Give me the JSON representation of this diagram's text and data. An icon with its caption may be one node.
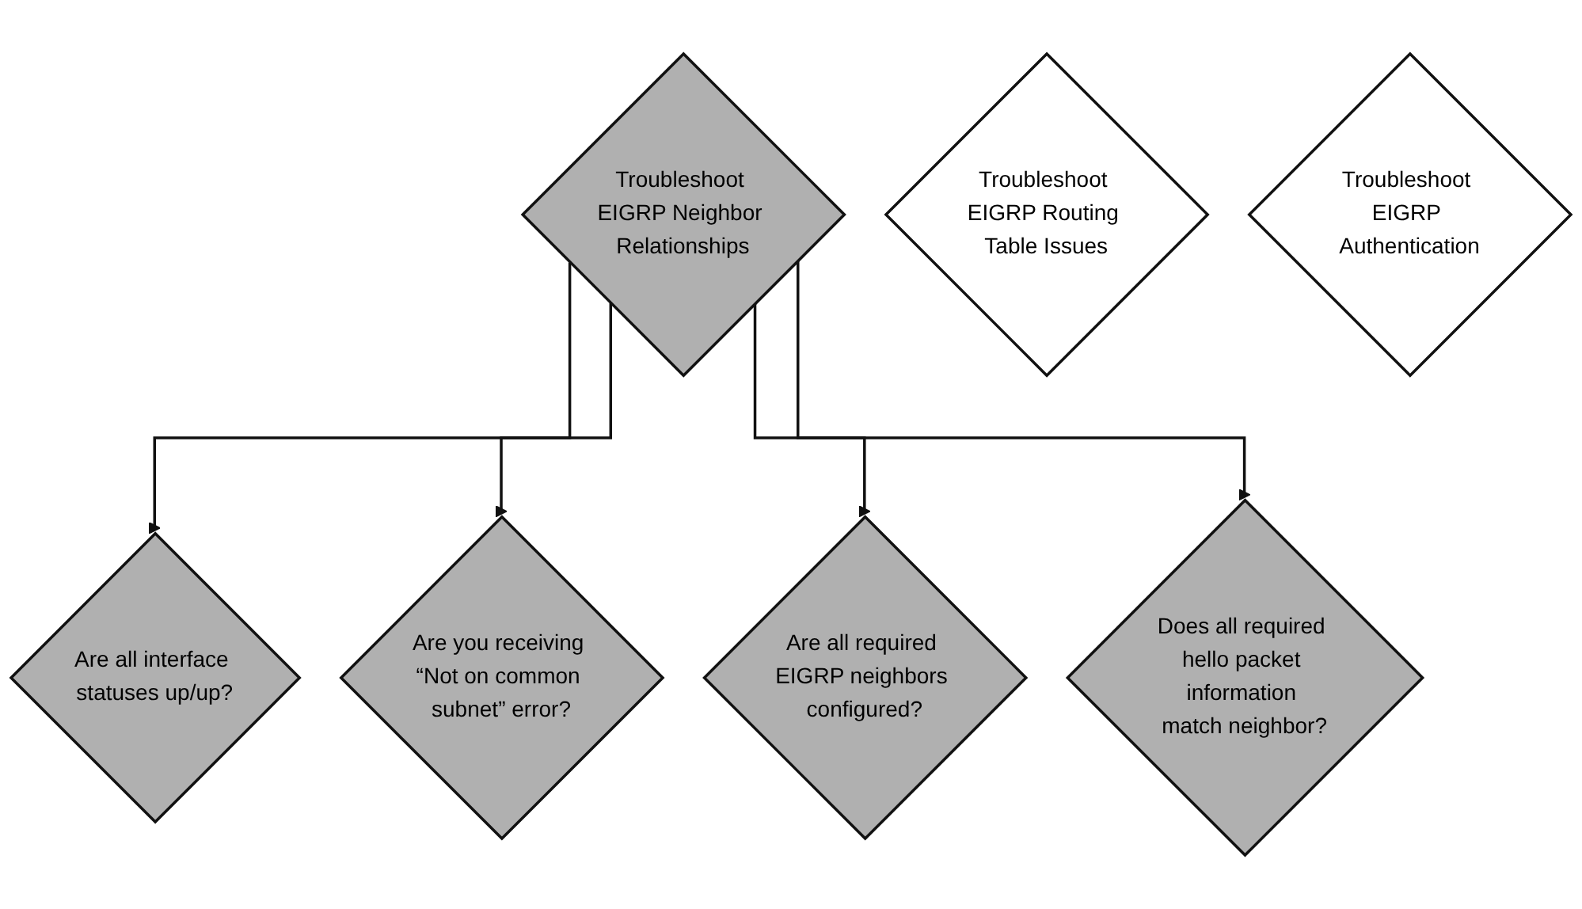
{
  "diagram": {
    "nodes": [
      {
        "text": [
          "Troubleshoot EIGRP Neighbor Relationships"
        ]
      },
      {
        "text": [
          "Troubleshoot EIGRP Routing Table Issues"
        ]
      },
      {
        "text": [
          "Troubleshoot EIGRP Authentication"
        ]
      },
      {
        "text": [
          "Are all interface statuses up/up?"
        ]
      },
      {
        "text": [
          "Are you receiving “Not on common subnet” error?"
        ]
      },
      {
        "text": [
          "Are all required EIGRP neighbors configured?"
        ]
      },
      {
        "text": [
          "Does all required hello packet information match neighbor?"
        ]
      }
    ],
    "edges": [
      {
        "from": 0,
        "to": 3,
        "arrow": "to"
      },
      {
        "from": 0,
        "to": 4,
        "arrow": "to"
      },
      {
        "from": 0,
        "to": 5,
        "arrow": "to"
      },
      {
        "from": 0,
        "to": 6,
        "arrow": "to"
      }
    ]
  }
}
